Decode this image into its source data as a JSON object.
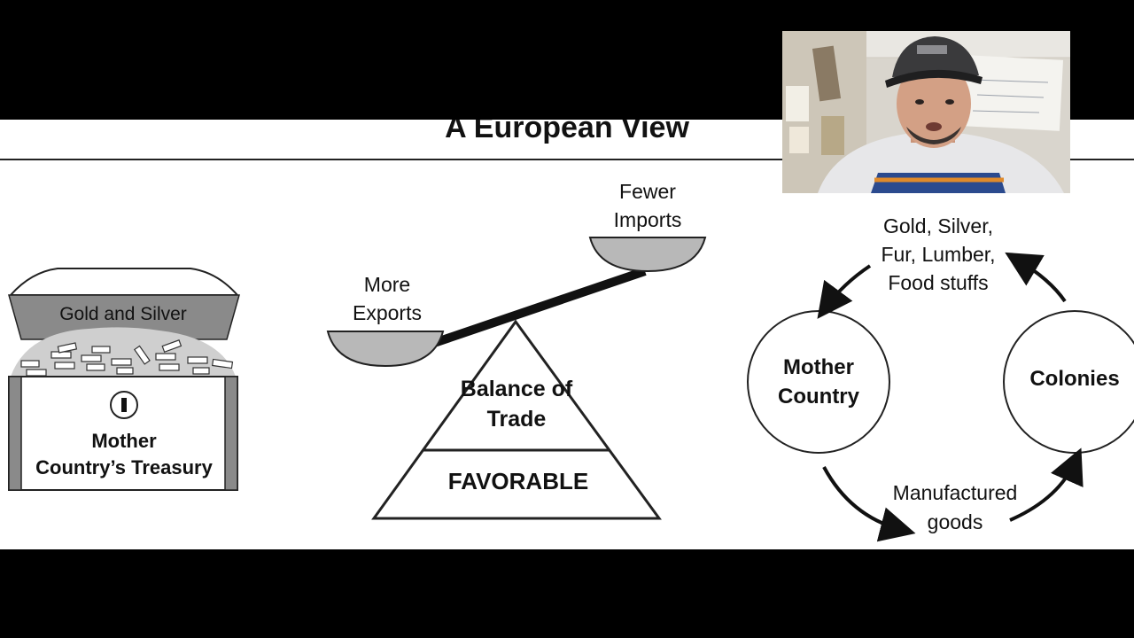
{
  "slide": {
    "title": "A European View"
  },
  "treasury": {
    "lid_label": "Gold and Silver",
    "label_line1": "Mother",
    "label_line2": "Country’s Treasury"
  },
  "balance": {
    "left_pan_line1": "More",
    "left_pan_line2": "Exports",
    "right_pan_line1": "Fewer",
    "right_pan_line2": "Imports",
    "pyramid_line1": "Balance of",
    "pyramid_line2": "Trade",
    "pyramid_base": "FAVORABLE"
  },
  "cycle": {
    "mother_line1": "Mother",
    "mother_line2": "Country",
    "colonies": "Colonies",
    "raw_line1": "Gold, Silver,",
    "raw_line2": "Fur, Lumber,",
    "raw_line3": "Food stuffs",
    "goods_line1": "Manufactured",
    "goods_line2": "goods"
  }
}
